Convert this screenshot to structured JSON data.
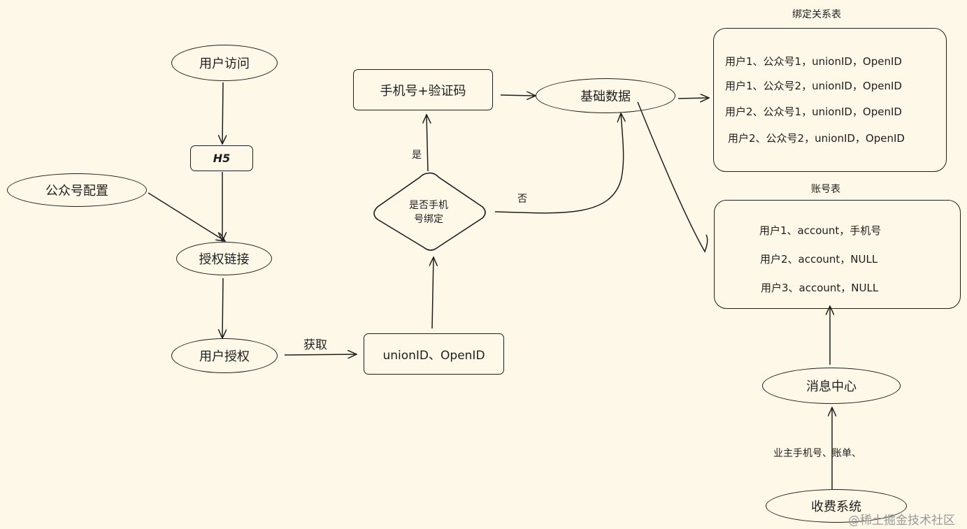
{
  "nodes": {
    "user_visit": "用户访问",
    "h5": "H5",
    "mp_config": "公众号配置",
    "auth_link": "授权链接",
    "user_auth": "用户授权",
    "get_label": "获取",
    "union_open": "unionID、OpenID",
    "is_bound_line1": "是否手机",
    "is_bound_line2": "号绑定",
    "yes_label": "是",
    "no_label": "否",
    "phone_code": "手机号+验证码",
    "base_data": "基础数据",
    "msg_center": "消息中心",
    "billing": "收费系统",
    "billing_label": "业主手机号、账单、"
  },
  "bind_table": {
    "title": "绑定关系表",
    "rows": [
      "用户1、公众号1，unionID，OpenID",
      "用户1、公众号2，unionID，OpenID",
      "用户2、公众号1，unionID，OpenID",
      "用户2、公众号2，unionID，OpenID"
    ]
  },
  "account_table": {
    "title": "账号表",
    "rows": [
      "用户1、account，手机号",
      "用户2、account，NULL",
      "用户3、account，NULL"
    ]
  },
  "watermark": "@稀土掘金技术社区",
  "colors": {
    "background": "#fdf8e8",
    "stroke": "#1e1e1e"
  }
}
